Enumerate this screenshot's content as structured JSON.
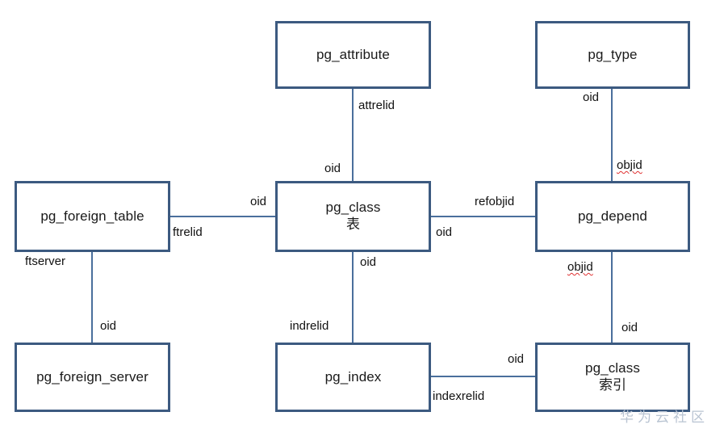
{
  "diagram": {
    "title": "PostgreSQL system catalog relationships",
    "colors": {
      "box_border": "#3c5a80",
      "box_fill": "#ffffff",
      "edge_line": "#4a6f9c",
      "label_text": "#111111",
      "misspelling_underline": "#e03131",
      "watermark": "#b9c4d2",
      "background": "#ffffff"
    },
    "nodes": [
      {
        "id": "pg_attribute",
        "title": "pg_attribute",
        "subtitle": ""
      },
      {
        "id": "pg_type",
        "title": "pg_type",
        "subtitle": ""
      },
      {
        "id": "pg_foreign_table",
        "title": "pg_foreign_table",
        "subtitle": ""
      },
      {
        "id": "pg_class_table",
        "title": "pg_class",
        "subtitle": "表"
      },
      {
        "id": "pg_depend",
        "title": "pg_depend",
        "subtitle": ""
      },
      {
        "id": "pg_foreign_server",
        "title": "pg_foreign_server",
        "subtitle": ""
      },
      {
        "id": "pg_index",
        "title": "pg_index",
        "subtitle": ""
      },
      {
        "id": "pg_class_index",
        "title": "pg_class",
        "subtitle": "索引"
      }
    ],
    "edges": [
      {
        "id": "attribute-class",
        "from": "pg_attribute",
        "to": "pg_class_table",
        "from_label": "attrelid",
        "to_label": "oid"
      },
      {
        "id": "type-depend",
        "from": "pg_type",
        "to": "pg_depend",
        "from_label": "oid",
        "to_label": "objid"
      },
      {
        "id": "foreigntable-class",
        "from": "pg_foreign_table",
        "to": "pg_class_table",
        "from_label": "ftrelid",
        "to_label": "oid"
      },
      {
        "id": "class-depend",
        "from": "pg_class_table",
        "to": "pg_depend",
        "from_label": "oid",
        "to_label": "refobjid"
      },
      {
        "id": "foreigntable-server",
        "from": "pg_foreign_table",
        "to": "pg_foreign_server",
        "from_label": "ftserver",
        "to_label": "oid"
      },
      {
        "id": "class-index",
        "from": "pg_class_table",
        "to": "pg_index",
        "from_label": "oid",
        "to_label": "indrelid"
      },
      {
        "id": "depend-classindex",
        "from": "pg_depend",
        "to": "pg_class_index",
        "from_label": "objid",
        "to_label": "oid"
      },
      {
        "id": "index-classindex",
        "from": "pg_index",
        "to": "pg_class_index",
        "from_label": "indexrelid",
        "to_label": "oid"
      }
    ],
    "labels": {
      "attrelid": "attrelid",
      "oid_attribute_class": "oid",
      "oid_type": "oid",
      "objid_type_depend": "objid",
      "oid_ft_class": "oid",
      "ftrelid": "ftrelid",
      "refobjid": "refobjid",
      "oid_class_depend": "oid",
      "ftserver": "ftserver",
      "oid_ftserver": "oid",
      "oid_class_index": "oid",
      "indrelid": "indrelid",
      "objid_depend_classindex": "objid",
      "oid_depend_classindex": "oid",
      "oid_index_classindex": "oid",
      "indexrelid": "indexrelid"
    },
    "watermark": "华为云社区"
  }
}
